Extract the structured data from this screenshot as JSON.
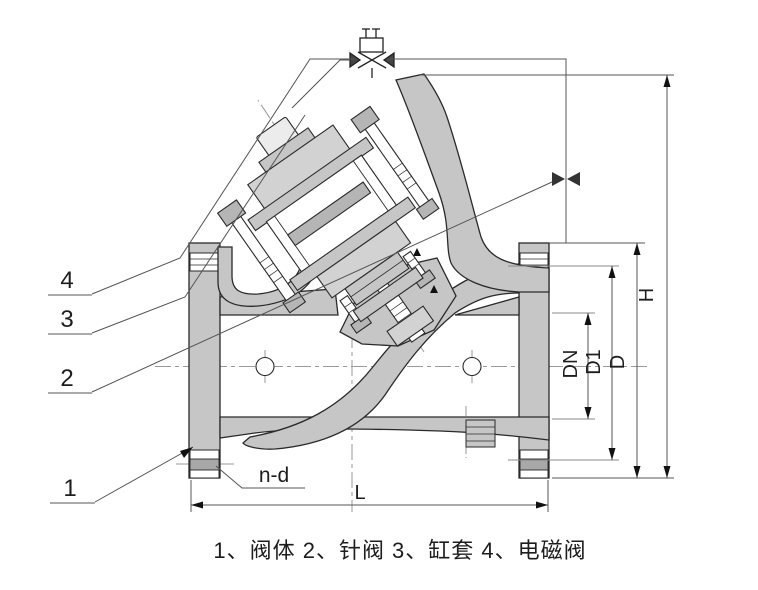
{
  "drawing": {
    "caption": "1、阀体 2、针阀 3、缸套 4、电磁阀",
    "callouts": [
      {
        "number": "1",
        "part": "阀体"
      },
      {
        "number": "2",
        "part": "针阀"
      },
      {
        "number": "3",
        "part": "缸套"
      },
      {
        "number": "4",
        "part": "电磁阀"
      }
    ],
    "dimension_labels": {
      "overall_height": "H",
      "flange_diameter": "D",
      "bolt_circle": "D1",
      "nominal_bore": "DN",
      "face_to_face": "L",
      "bolt_holes": "n-d"
    },
    "colors": {
      "outline": "#2a2a2a",
      "fill_light": "#cccccc",
      "fill_mid": "#b5b5b5",
      "centerline": "#9a9a9a",
      "dimension_line": "#555555",
      "background": "#ffffff"
    }
  }
}
